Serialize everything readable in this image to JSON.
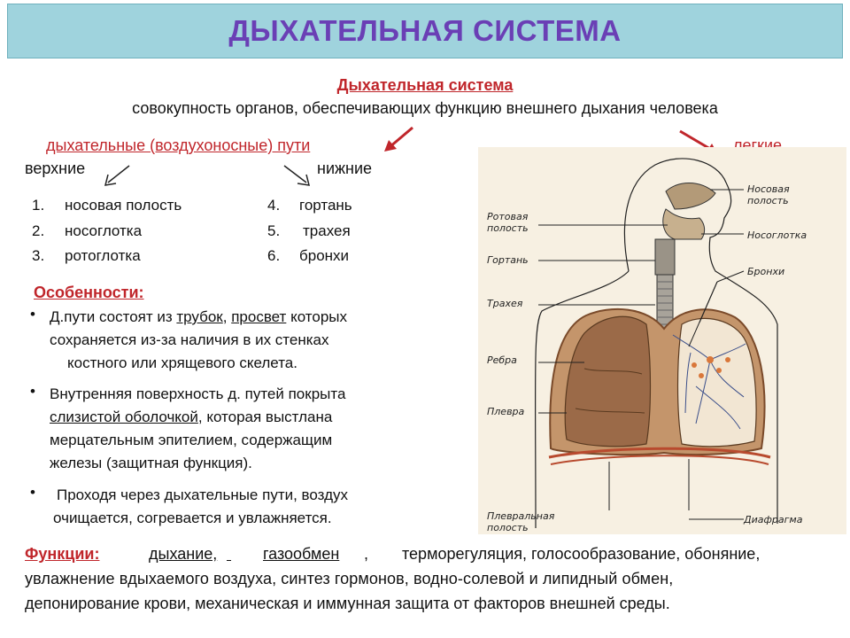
{
  "title": "ДЫХАТЕЛЬНАЯ СИСТЕМА",
  "subtitle": "Дыхательная система",
  "definition": "совокупность органов, обеспечивающих функцию внешнего дыхания человека",
  "airways_label": "дыхательные (воздухоносные) пути",
  "lungs_label": "легкие",
  "upper_label": "верхние",
  "lower_label": "нижние",
  "upper_list": [
    {
      "num": "1.",
      "text": "носовая полость"
    },
    {
      "num": "2.",
      "text": "носоглотка"
    },
    {
      "num": "3.",
      "text": "ротоглотка"
    }
  ],
  "lower_list": [
    {
      "num": "4.",
      "text": "гортань"
    },
    {
      "num": "5.",
      "text": "трахея"
    },
    {
      "num": "6.",
      "text": "бронхи"
    }
  ],
  "features": {
    "heading": "Особенности:",
    "b1": {
      "pre": "Д.пути состоят из ",
      "u1": "трубок",
      "mid": ", ",
      "u2": "просвет",
      "post": " которых",
      "l2": "сохраняется из-за наличия в их стенках",
      "l3": "костного или хрящевого скелета."
    },
    "b2": {
      "l1": "Внутренняя поверхность д. путей покрыта",
      "u1": "слизистой оболочкой",
      "l2post": ", которая выстлана",
      "l3": "мерцательным эпителием, содержащим",
      "l4": "железы (защитная функция)."
    },
    "b3": {
      "l1": "Проходя через дыхательные пути, воздух",
      "l2": "очищается, согревается и увлажняется."
    }
  },
  "functions": {
    "label": "Функции:",
    "w1": "дыхание,",
    "w2": "газообмен",
    "w2comma": ",",
    "l1rest": "терморегуляция, голосообразование, обоняние,",
    "l2": "увлажнение вдыхаемого воздуха, синтез гормонов, водно-солевой и липидный обмен,",
    "l3": "депонирование крови, механическая и иммунная защита от факторов внешней среды."
  },
  "diagram": {
    "nasal_cavity": [
      "Носовая",
      "полость"
    ],
    "oral_cavity": [
      "Ротовая",
      "полость"
    ],
    "nasopharynx": "Носоглотка",
    "larynx": "Гортань",
    "bronchi": "Бронхи",
    "trachea": "Трахея",
    "ribs": "Ребра",
    "pleura": "Плевра",
    "pleural_cavity": [
      "Плевральная",
      "полость"
    ],
    "diaphragm": "Диафрагма"
  },
  "colors": {
    "title_bg": "#9fd3dd",
    "title_text": "#6a3fb5",
    "accent_red": "#c0262b",
    "lung": "#9b6a48",
    "diagram_bg": "#f7f0e2"
  }
}
